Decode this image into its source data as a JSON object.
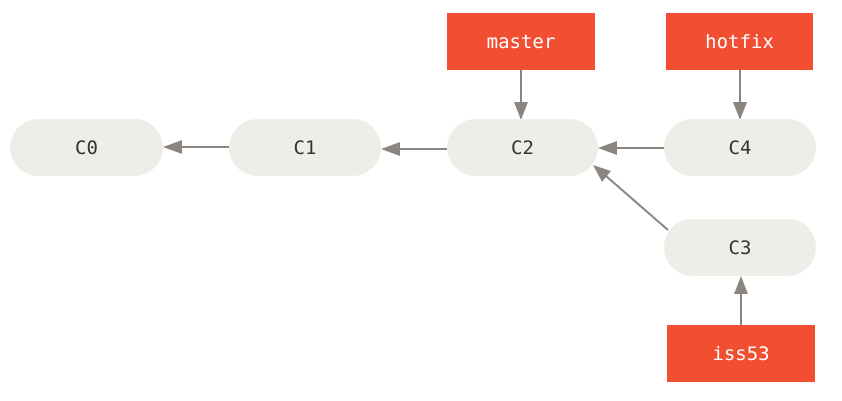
{
  "commits": [
    {
      "id": "c0",
      "label": "C0"
    },
    {
      "id": "c1",
      "label": "C1"
    },
    {
      "id": "c2",
      "label": "C2"
    },
    {
      "id": "c4",
      "label": "C4"
    },
    {
      "id": "c3",
      "label": "C3"
    }
  ],
  "branches": [
    {
      "id": "master",
      "label": "master"
    },
    {
      "id": "hotfix",
      "label": "hotfix"
    },
    {
      "id": "iss53",
      "label": "iss53"
    }
  ],
  "edges": [
    {
      "from": "c1",
      "to": "c0"
    },
    {
      "from": "c2",
      "to": "c1"
    },
    {
      "from": "c4",
      "to": "c2"
    },
    {
      "from": "c3",
      "to": "c2"
    },
    {
      "from": "master",
      "to": "c2"
    },
    {
      "from": "hotfix",
      "to": "c4"
    },
    {
      "from": "iss53",
      "to": "c3"
    }
  ],
  "colors": {
    "commit_fill": "#eeede8",
    "branch_fill": "#f14e32",
    "arrow": "#8a857f",
    "commit_text": "#333333",
    "branch_text": "#ffffff"
  }
}
